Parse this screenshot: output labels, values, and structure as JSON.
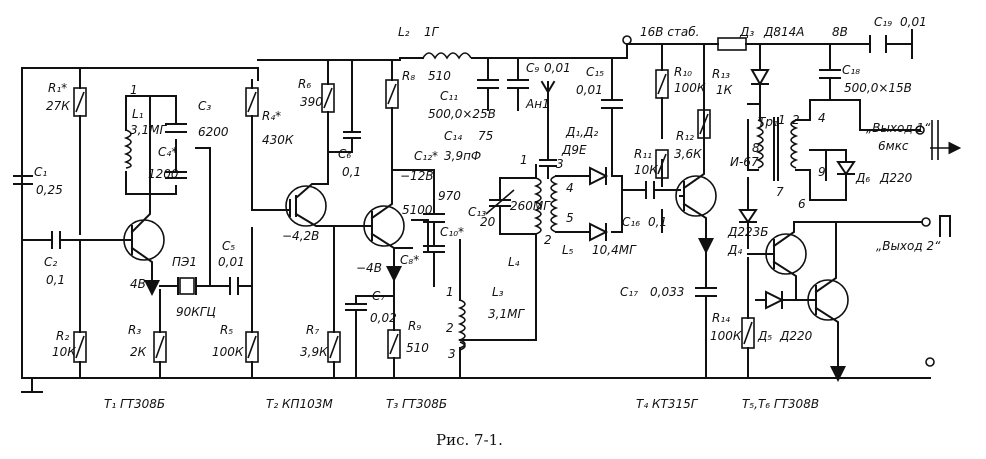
{
  "caption": "Рис. 7-1.",
  "supply": {
    "label": "16В стаб.",
    "label2": "8В"
  },
  "outputs": {
    "out1": "„Выход 1“",
    "out1_note": "6мкс",
    "out2": "„Выход 2“"
  },
  "labels": {
    "R1": "R₁*",
    "R1v": "27К",
    "C1": "C₁",
    "C1v": "0,25",
    "C2": "C₂",
    "C2v": "0,1",
    "R2": "R₂",
    "R2v": "10К",
    "L1": "L₁",
    "L1v": "3,1МГ",
    "C3": "C₃",
    "C3v": "6200",
    "C4": "C₄*",
    "C4v": "1200",
    "n1": "1",
    "PE1": "ПЭ1",
    "PE1v": "90КГЦ",
    "T1v": "4В",
    "R3": "R₃",
    "R3v": "2К",
    "C5": "C₅",
    "C5v": "0,01",
    "R4": "R₄*",
    "R4v": "430К",
    "R5": "R₅",
    "R5v": "100К",
    "R6": "R₆",
    "R6v": "390",
    "C6": "C₆",
    "C6v": "0,1",
    "T2v": "−4,2В",
    "R7": "R₇",
    "R7v": "3,9К",
    "L2": "L₂",
    "L2v": "1Г",
    "R8": "R₈",
    "R8v": "510",
    "C11": "C₁₁",
    "C11v": "500,0×25В",
    "C9": "C₉",
    "C9v": "0,01",
    "C15": "C₁₅",
    "C15v": "0,01",
    "C12": "C₁₂*",
    "C12v": "3,9пФ",
    "C14": "C₁₄",
    "C14v": "75",
    "An1": "Ан1",
    "m12": "−12В",
    "C10": "C₁₀*",
    "C10v": "970",
    "C8": "C₈*",
    "C8v": "5100",
    "m4": "−4В",
    "C7": "C₇",
    "C7v": "0,02",
    "R9": "R₉",
    "R9v": "510",
    "C13": "C₁₃",
    "C13v": "20",
    "L4": "L₄",
    "L4v": "260МГ",
    "L3": "L₃",
    "L3v": "3,1МГ",
    "L5": "L₅",
    "L5v": "10,4МГ",
    "D12": "Д₁,Д₂",
    "D12v": "Д9Е",
    "w3": "3",
    "w4": "4",
    "w5": "5",
    "w2": "2",
    "w1": "1",
    "l3_1": "1",
    "l3_2": "2",
    "l3_3": "3",
    "R10": "R₁₀",
    "R10v": "100К",
    "R11": "R₁₁",
    "R11v": "10К",
    "C16": "C₁₆",
    "C16v": "0,1",
    "R12": "R₁₂",
    "R12v": "3,6К",
    "R13": "R₁₃",
    "R13v": "1К",
    "C17": "C₁₇",
    "C17v": "0,033",
    "R14": "R₁₄",
    "R14v": "100К",
    "D3": "Д₃",
    "D3v": "Д814А",
    "C18": "C₁₈",
    "C18v": "500,0×15В",
    "C19": "C₁₉",
    "C19v": "0,01",
    "Tr1": "Тр₁",
    "tr8": "8",
    "tr7": "7",
    "tr1": "1",
    "tr2": "2",
    "tr4": "4",
    "tr9": "9",
    "tr6": "6",
    "I67": "И-67",
    "D4": "Д₄",
    "D4v": "Д223Б",
    "D5": "Д₅",
    "D5v": "Д220",
    "D6": "Д₆",
    "D6v": "Д220"
  },
  "transistors": {
    "T1": "T₁  ГТ308Б",
    "T2": "T₂  КП103М",
    "T3": "T₃  ГТ308Б",
    "T4": "T₄  КТ315Г",
    "T56": "T₅,T₆  ГТ308В"
  }
}
